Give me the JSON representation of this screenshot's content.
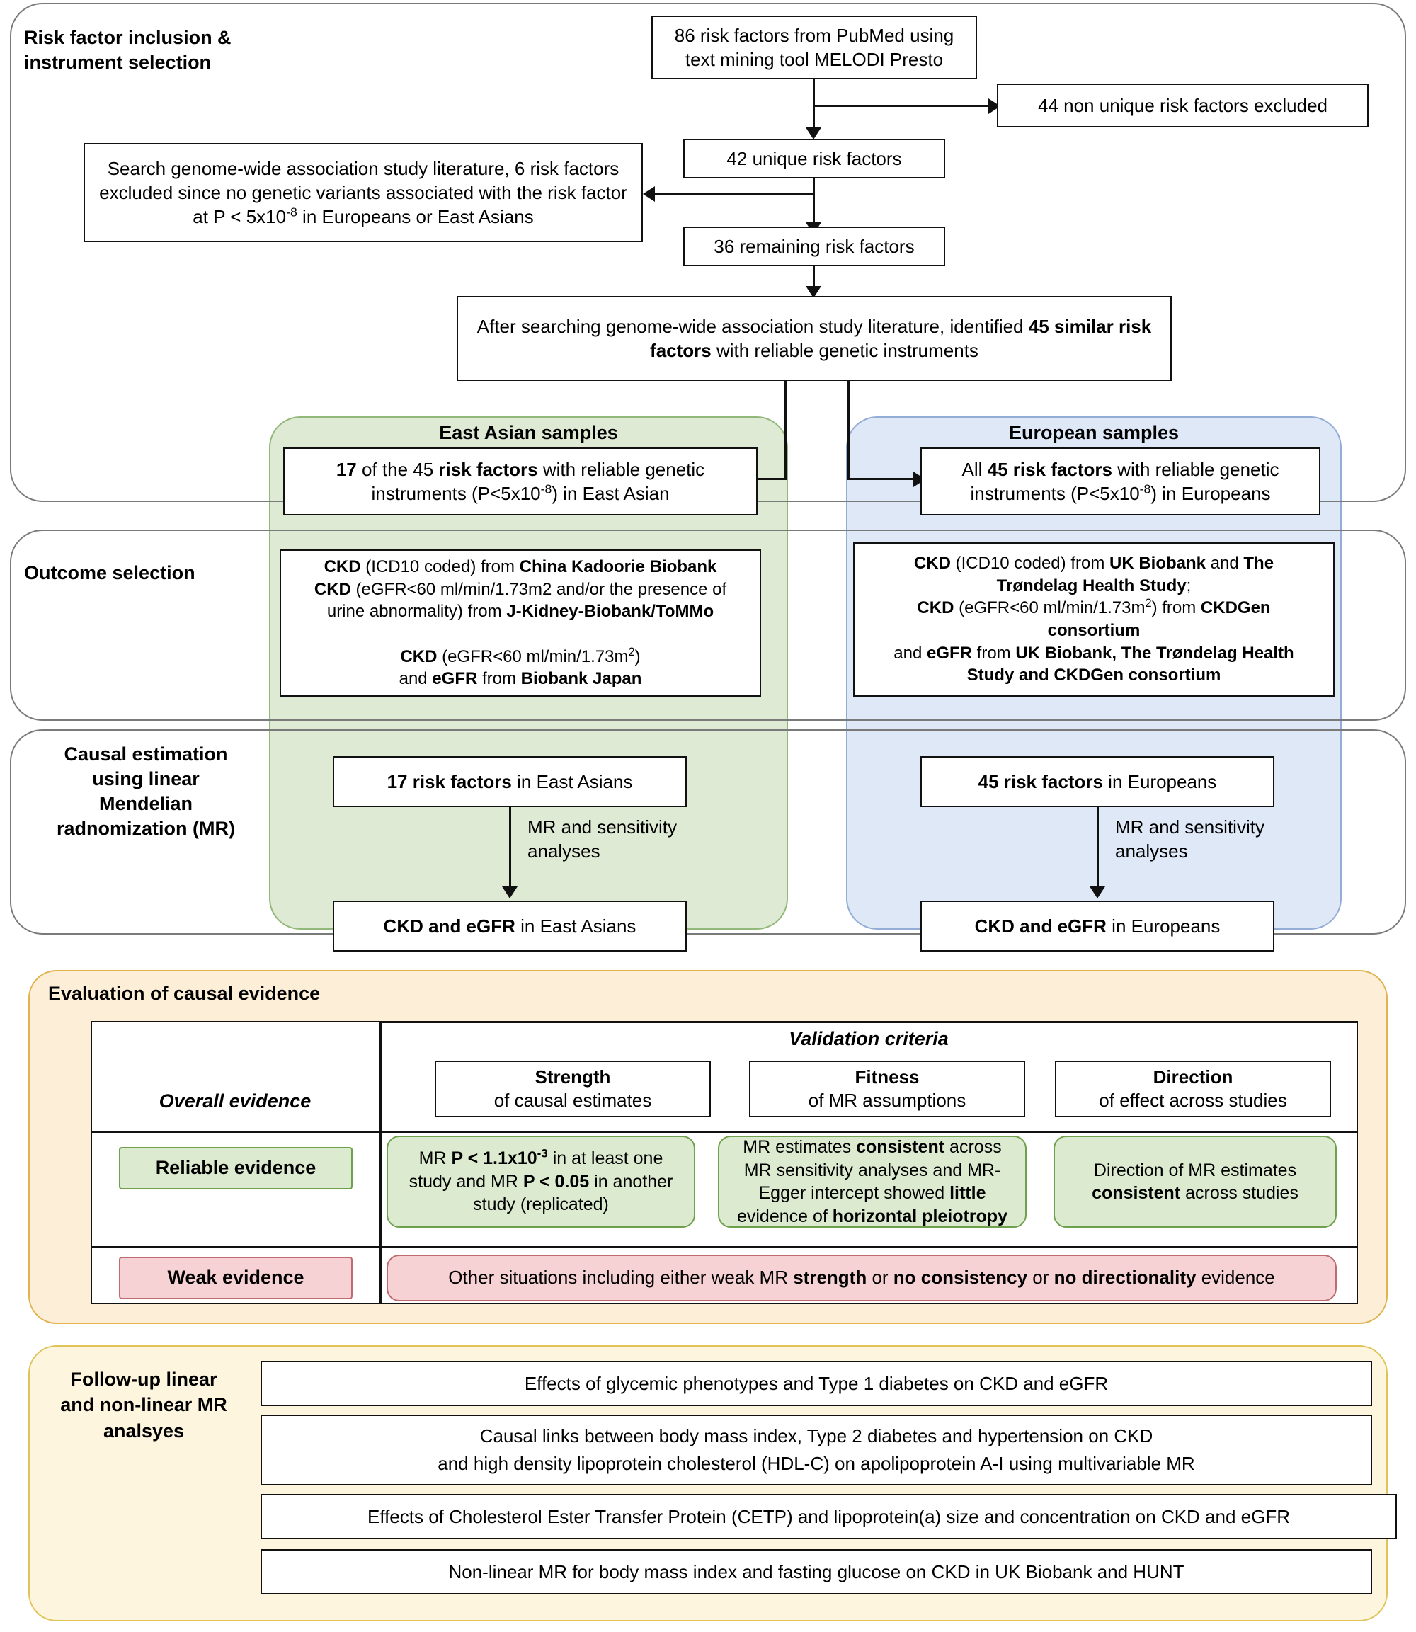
{
  "stages": {
    "inclusion": {
      "label": "Risk factor inclusion &\ninstrument selection"
    },
    "outcome": {
      "label": "Outcome selection"
    },
    "causal": {
      "label": "Causal estimation\nusing linear\nMendelian\nradnomization (MR)"
    },
    "evaluation": {
      "label": "Evaluation of causal evidence"
    },
    "followup": {
      "label": "Follow-up linear\nand non-linear MR\nanalsyes"
    }
  },
  "flow": {
    "source_box": "86 risk factors from PubMed using text mining tool MELODI Presto",
    "excluded_nonunique": "44 non unique risk factors excluded",
    "unique_box": "42 unique risk factors",
    "excluded_gwas": "Search genome-wide association study literature, 6 risk factors excluded since no genetic variants associated with the risk factor at P < 5x10-8 in Europeans or East Asians",
    "remaining_box": "36 remaining risk factors",
    "identified_box": "After searching genome-wide association study literature, identified 45 similar risk factors with reliable genetic instruments"
  },
  "populations": {
    "east_asian": {
      "title": "East Asian samples",
      "instruments": "17 of the 45 risk factors with reliable genetic instruments (P<5x10-8) in East Asian",
      "outcomes": "CKD (ICD10 coded) from China Kadoorie Biobank CKD (eGFR<60 ml/min/1.73m2 and/or the presence of urine abnormality) from J-Kidney-Biobank/ToMMo CKD (eGFR<60 ml/min/1.73m2) and eGFR from Biobank Japan",
      "risk_factors_box": "17 risk factors in East Asians",
      "edge_label": "MR and sensitivity analyses",
      "result_box": "CKD and eGFR in East Asians"
    },
    "european": {
      "title": "European samples",
      "instruments": "All 45 risk factors with reliable genetic instruments (P<5x10-8) in Europeans",
      "outcomes": "CKD (ICD10 coded) from UK Biobank and The Trøndelag Health Study; CKD (eGFR<60 ml/min/1.73m2) from CKDGen consortium and eGFR from UK Biobank, The Trøndelag Health Study and CKDGen consortium",
      "risk_factors_box": "45 risk factors in Europeans",
      "edge_label": "MR and sensitivity analyses",
      "result_box": "CKD and eGFR in Europeans"
    }
  },
  "evaluation_table": {
    "validation_criteria_title": "Validation criteria",
    "overall_evidence_title": "Overall evidence",
    "criteria": [
      {
        "bold": "Strength",
        "rest": "of causal estimates"
      },
      {
        "bold": "Fitness",
        "rest": "of MR assumptions"
      },
      {
        "bold": "Direction",
        "rest": "of effect across studies"
      }
    ],
    "rows": [
      {
        "tag": "Reliable evidence",
        "strength": "MR P < 1.1x10-3 in at least one study and MR P < 0.05 in another study (replicated)",
        "fitness": "MR estimates consistent across MR sensitivity analyses and MR-Egger intercept showed little evidence of horizontal pleiotropy",
        "direction": "Direction of MR estimates consistent across studies"
      },
      {
        "tag": "Weak evidence",
        "span": "Other situations including either weak MR strength or no consistency or no directionality evidence"
      }
    ]
  },
  "followup_items": [
    "Effects of glycemic phenotypes and Type 1 diabetes on CKD and eGFR",
    "Causal links between body mass index, Type 2 diabetes and hypertension on CKD and high density lipoprotein cholesterol (HDL-C) on apolipoprotein A-I using multivariable MR",
    "Effects of Cholesterol Ester Transfer Protein (CETP) and lipoprotein(a) size and concentration on CKD and eGFR",
    "Non-linear MR for body mass index and fasting glucose on CKD in UK Biobank and HUNT"
  ],
  "colors": {
    "east_asian_tint": "#dfead5",
    "european_tint": "#dfe8f7",
    "evaluation_panel": "#fdeed8",
    "followup_panel": "#fdf5dd",
    "reliable_pill": "#dcead0",
    "weak_pill": "#f6d2d4",
    "stage_border": "#7a7a7a"
  }
}
